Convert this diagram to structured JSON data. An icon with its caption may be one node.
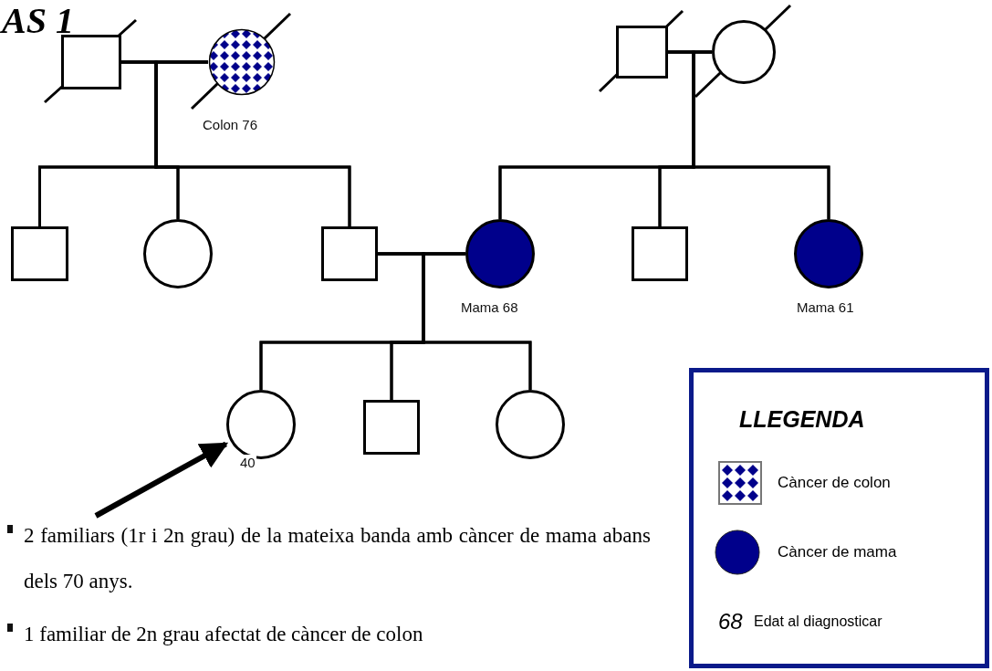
{
  "diagram": {
    "title": "AS 1",
    "nodes": [
      {
        "text": [],
        "shape": "box"
      },
      {
        "text": [],
        "shape": "circle",
        "beside": [
          "Colon 76"
        ]
      },
      {
        "text": [],
        "shape": "box"
      },
      {
        "text": [],
        "shape": "circle"
      },
      {
        "text": [],
        "shape": "box"
      },
      {
        "text": [],
        "shape": "circle"
      },
      {
        "text": [],
        "shape": "box"
      },
      {
        "text": [],
        "shape": "circle",
        "beside": [
          "Mama 68"
        ]
      },
      {
        "text": [],
        "shape": "box"
      },
      {
        "text": [],
        "shape": "circle",
        "beside": [
          "Mama 61"
        ]
      },
      {
        "text": [],
        "shape": "circle",
        "beside": [
          "40"
        ]
      },
      {
        "text": [],
        "shape": "box"
      },
      {
        "text": [],
        "shape": "circle"
      }
    ],
    "edges": [
      {
        "from": 0,
        "to": 1,
        "arrow": "none"
      },
      {
        "from": 0,
        "to": 4,
        "arrow": "none"
      },
      {
        "from": 0,
        "to": 5,
        "arrow": "none"
      },
      {
        "from": 0,
        "to": 6,
        "arrow": "none"
      },
      {
        "from": 1,
        "to": 4,
        "arrow": "none"
      },
      {
        "from": 1,
        "to": 5,
        "arrow": "none"
      },
      {
        "from": 1,
        "to": 6,
        "arrow": "none"
      },
      {
        "from": 2,
        "to": 3,
        "arrow": "none"
      },
      {
        "from": 2,
        "to": 7,
        "arrow": "none"
      },
      {
        "from": 2,
        "to": 8,
        "arrow": "none"
      },
      {
        "from": 2,
        "to": 9,
        "arrow": "none"
      },
      {
        "from": 3,
        "to": 7,
        "arrow": "none"
      },
      {
        "from": 3,
        "to": 8,
        "arrow": "none"
      },
      {
        "from": 3,
        "to": 9,
        "arrow": "none"
      },
      {
        "from": 6,
        "to": 7,
        "arrow": "none"
      },
      {
        "from": 6,
        "to": 10,
        "arrow": "none"
      },
      {
        "from": 6,
        "to": 11,
        "arrow": "none"
      },
      {
        "from": 6,
        "to": 12,
        "arrow": "none"
      },
      {
        "from": 7,
        "to": 10,
        "arrow": "none"
      },
      {
        "from": 7,
        "to": 11,
        "arrow": "none"
      },
      {
        "from": 7,
        "to": 12,
        "arrow": "none"
      },
      {
        "from": null,
        "to": 10,
        "arrow": "to",
        "style": "thick"
      }
    ],
    "labels": [
      "LLEGENDA",
      "68",
      "2 familiars (1r i 2n grau) de la mateixa banda amb càncer de mama abans dels 70 anys.",
      "1 familiar de 2n grau afectat de càncer de colon"
    ],
    "legend": [
      {
        "text": "Càncer de colon"
      },
      {
        "text": "Càncer de mama",
        "color": "#00008b"
      },
      {
        "text": "Edat al diagnosticar"
      }
    ]
  }
}
